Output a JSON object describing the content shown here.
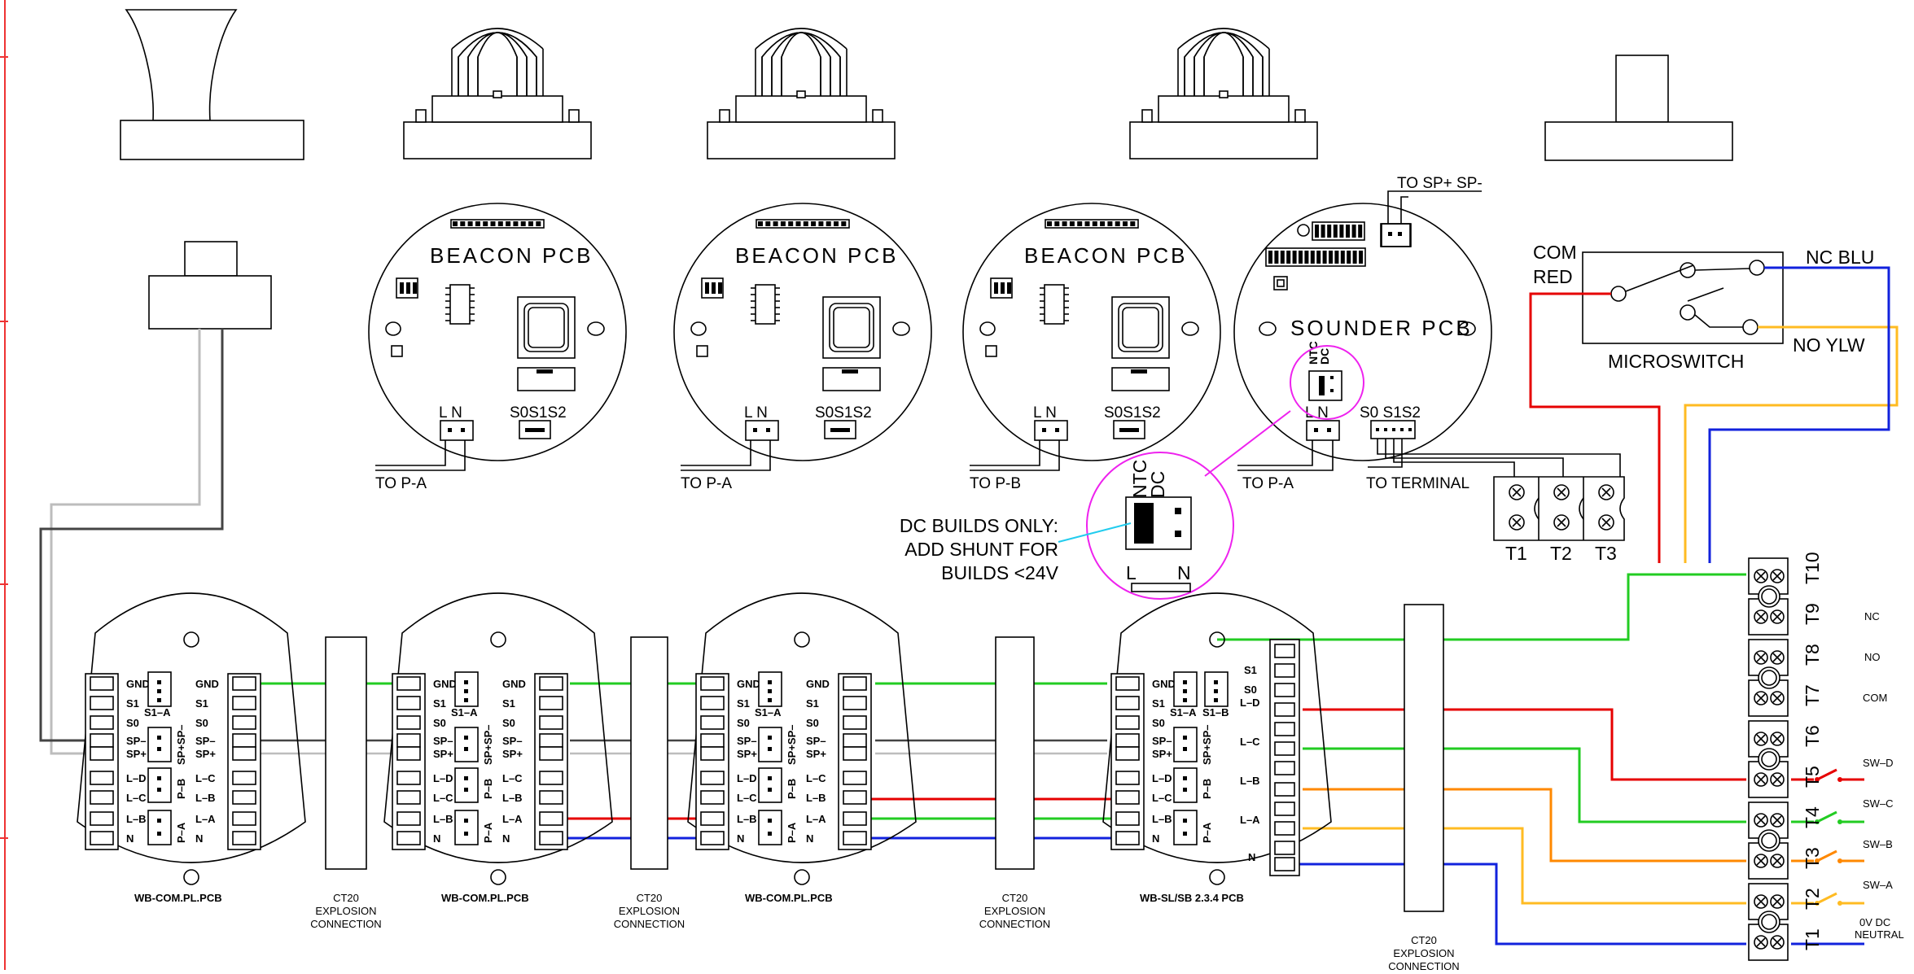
{
  "colors": {
    "green": "#22cc22",
    "red": "#e60000",
    "blue": "#1122dd",
    "orange": "#ff8800",
    "yellow": "#ffbb22",
    "magenta": "#ee22ee",
    "cyan": "#22ccee",
    "black": "#444444",
    "grey": "#bdbdbd",
    "border": "#ee3333"
  },
  "beacons": [
    {
      "title": "BEACON PCB",
      "ln": "L  N",
      "sel": "S0S1S2",
      "to": "TO P-A"
    },
    {
      "title": "BEACON PCB",
      "ln": "L  N",
      "sel": "S0S1S2",
      "to": "TO P-A"
    },
    {
      "title": "BEACON PCB",
      "ln": "L  N",
      "sel": "S0S1S2",
      "to": "TO P-B"
    }
  ],
  "sounder": {
    "title": "SOUNDER PCB",
    "jumper_top": "NTC",
    "jumper_bot": "DC",
    "ln": "L  N",
    "sel": "S0 S1S2",
    "to_pa": "TO P-A",
    "to_terminal": "TO TERMINAL",
    "to_sp": "TO SP+ SP-"
  },
  "zoom": {
    "ntc": "NTC",
    "dc": "DC",
    "l": "L",
    "n": "N"
  },
  "note": {
    "line1": "DC BUILDS ONLY:",
    "line2": "ADD SHUNT FOR",
    "line3": "BUILDS <24V"
  },
  "terminals_small": [
    "T1",
    "T2",
    "T3"
  ],
  "microswitch": {
    "label": "MICROSWITCH",
    "com": "COM",
    "red": "RED",
    "nc": "NC BLU",
    "no": "NO YLW"
  },
  "com_boards": [
    {
      "name": "WB-COM.PL.PCB",
      "left": [
        "GND",
        "S1",
        "S0",
        "SP–",
        "SP+",
        "L–D",
        "L–C",
        "L–B",
        "N"
      ],
      "right": [
        "GND",
        "S1",
        "S0",
        "SP–",
        "SP+",
        "L–C",
        "L–B",
        "L–A",
        "N"
      ],
      "plug1": "S1–A",
      "plug2": "SP+SP–",
      "plug3": "P–B",
      "plug4": "P–A"
    },
    {
      "name": "WB-COM.PL.PCB",
      "left": [
        "GND",
        "S1",
        "S0",
        "SP–",
        "SP+",
        "L–D",
        "L–C",
        "L–B",
        "N"
      ],
      "right": [
        "GND",
        "S1",
        "S0",
        "SP–",
        "SP+",
        "L–C",
        "L–B",
        "L–A",
        "N"
      ],
      "plug1": "S1–A",
      "plug2": "SP+SP–",
      "plug3": "P–B",
      "plug4": "P–A"
    },
    {
      "name": "WB-COM.PL.PCB",
      "left": [
        "GND",
        "S1",
        "S0",
        "SP–",
        "SP+",
        "L–D",
        "L–C",
        "L–B",
        "N"
      ],
      "right": [
        "GND",
        "S1",
        "S0",
        "SP–",
        "SP+",
        "L–C",
        "L–B",
        "L–A",
        "N"
      ],
      "plug1": "S1–A",
      "plug2": "SP+SP–",
      "plug3": "P–B",
      "plug4": "P–A"
    }
  ],
  "sl_board": {
    "name": "WB-SL/SB 2.3.4  PCB",
    "left": [
      "GND",
      "S1",
      "S0",
      "SP–",
      "SP+",
      "L–D",
      "L–C",
      "L–B",
      "N"
    ],
    "right": [
      "S1",
      "S0",
      "L–D",
      "L–C",
      "L–B",
      "L–A",
      "N"
    ],
    "plug1": "S1–A",
    "plug1b": "S1–B",
    "plug2": "SP+SP–",
    "plug3": "P–B",
    "plug4": "P–A"
  },
  "ct20": {
    "l1": "CT20",
    "l2": "EXPLOSION",
    "l3": "CONNECTION"
  },
  "terminal_block": [
    "T10",
    "T9",
    "T8",
    "T7",
    "T6",
    "T5",
    "T4",
    "T3",
    "T2",
    "T1"
  ],
  "term_labels": {
    "nc": "NC",
    "no": "NO",
    "com": "COM",
    "swd": "SW–D",
    "swc": "SW–C",
    "swb": "SW–B",
    "swa": "SW–A",
    "ov1": "0V DC",
    "ov2": "NEUTRAL"
  }
}
